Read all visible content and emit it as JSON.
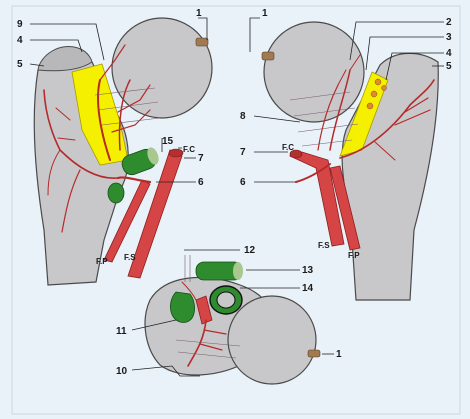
{
  "figure": {
    "left_view": {
      "labels": {
        "l1": "1",
        "l9": "9",
        "l4": "4",
        "l5": "5",
        "l15": "15",
        "fc": "F.C",
        "l7": "7",
        "l6": "6",
        "fp": "F.P",
        "fs": "F.S"
      }
    },
    "right_view": {
      "labels": {
        "l1": "1",
        "l2": "2",
        "l3": "3",
        "l4": "4",
        "l5": "5",
        "l8": "8",
        "fc": "F.C",
        "l7": "7",
        "l6": "6",
        "fs": "F.S",
        "fp": "F.P"
      }
    },
    "bottom_view": {
      "labels": {
        "l12": "12",
        "l13": "13",
        "l14": "14",
        "l11": "11",
        "l10": "10",
        "l1": "1"
      }
    },
    "colors": {
      "background": "#e9f2f8",
      "bone": "#c8c8ca",
      "artery": "#d64545",
      "capsule": "#f5f000",
      "cartilage_green": "#2e8b2e"
    }
  }
}
